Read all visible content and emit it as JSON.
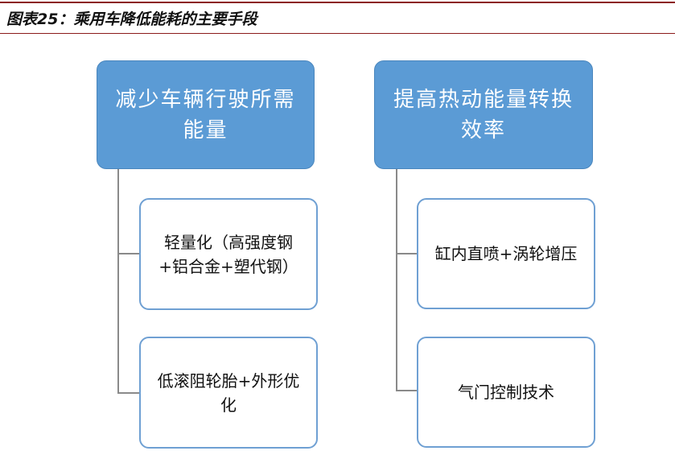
{
  "figure": {
    "title": "图表25：乘用车降低能耗的主要手段"
  },
  "branches": [
    {
      "label": "减少车辆行驶所需能量",
      "children": [
        {
          "label": "轻量化（高强度钢+铝合金+塑代钢）"
        },
        {
          "label": "低滚阻轮胎+外形优化"
        }
      ]
    },
    {
      "label": "提高热动能量转换效率",
      "children": [
        {
          "label": "缸内直喷+涡轮增压"
        },
        {
          "label": "气门控制技术"
        }
      ]
    }
  ],
  "colors": {
    "header_fill": "#5b9bd5",
    "child_border": "#6fa0d3",
    "title_rule": "#8b1a1a",
    "connector": "#8a8a8a"
  }
}
